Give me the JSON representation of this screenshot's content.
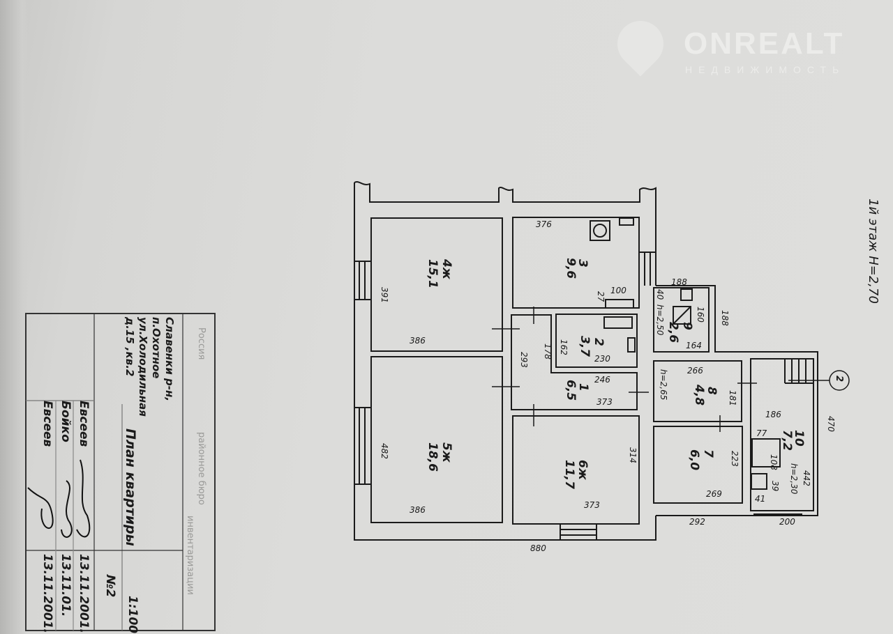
{
  "watermark": {
    "brand": "ONREALT",
    "subtitle": "НЕДВИЖИМОСТЬ",
    "icon": "house-pin-icon"
  },
  "floor_label": "1й этаж H=2,70",
  "entrance_marker": "2",
  "rooms": [
    {
      "number": "4ж",
      "area": "15,1",
      "dims": [
        "386",
        "391"
      ]
    },
    {
      "number": "3",
      "area": "9,6",
      "dims": [
        "376",
        "100",
        "27"
      ]
    },
    {
      "number": "5ж",
      "area": "18,6",
      "dims": [
        "386",
        "482"
      ]
    },
    {
      "number": "6ж",
      "area": "11,7",
      "dims": [
        "373",
        "314"
      ]
    },
    {
      "number": "1",
      "area": "6,5",
      "dims": [
        "373",
        "293",
        "178",
        "246"
      ]
    },
    {
      "number": "2",
      "area": "3,7",
      "dims": [
        "230",
        "162"
      ]
    },
    {
      "number": "9",
      "area": "2,6",
      "dims": [
        "164",
        "160",
        "188",
        "188"
      ],
      "height": "h=2,50",
      "extra": "40"
    },
    {
      "number": "8",
      "area": "4,8",
      "dims": [
        "266",
        "181"
      ],
      "height": "h=2,65"
    },
    {
      "number": "7",
      "area": "6,0",
      "dims": [
        "269",
        "223"
      ]
    },
    {
      "number": "10",
      "area": "7,2",
      "dims": [
        "186",
        "108",
        "77",
        "39",
        "41",
        "442",
        "470"
      ],
      "height": "h=2,30"
    }
  ],
  "outer_dims": {
    "bottom_total": "880",
    "bottom_annex_1": "292",
    "bottom_annex_2": "200"
  },
  "title_block": {
    "org_faint": [
      "Россия",
      "районное бюро",
      "инвентаризации"
    ],
    "address": [
      "Славенки р-н,",
      "п.Охотное",
      "ул.Холодильная",
      "д.15 ,кв.2"
    ],
    "title": "План квартиры",
    "number": "№2",
    "scale": "1:100",
    "signers": [
      {
        "name": "Евсеев",
        "date": "13.11.2001."
      },
      {
        "name": "Бойко",
        "date": "13.11.01."
      },
      {
        "name": "Евсеев",
        "date": "13.11.2001."
      }
    ]
  }
}
